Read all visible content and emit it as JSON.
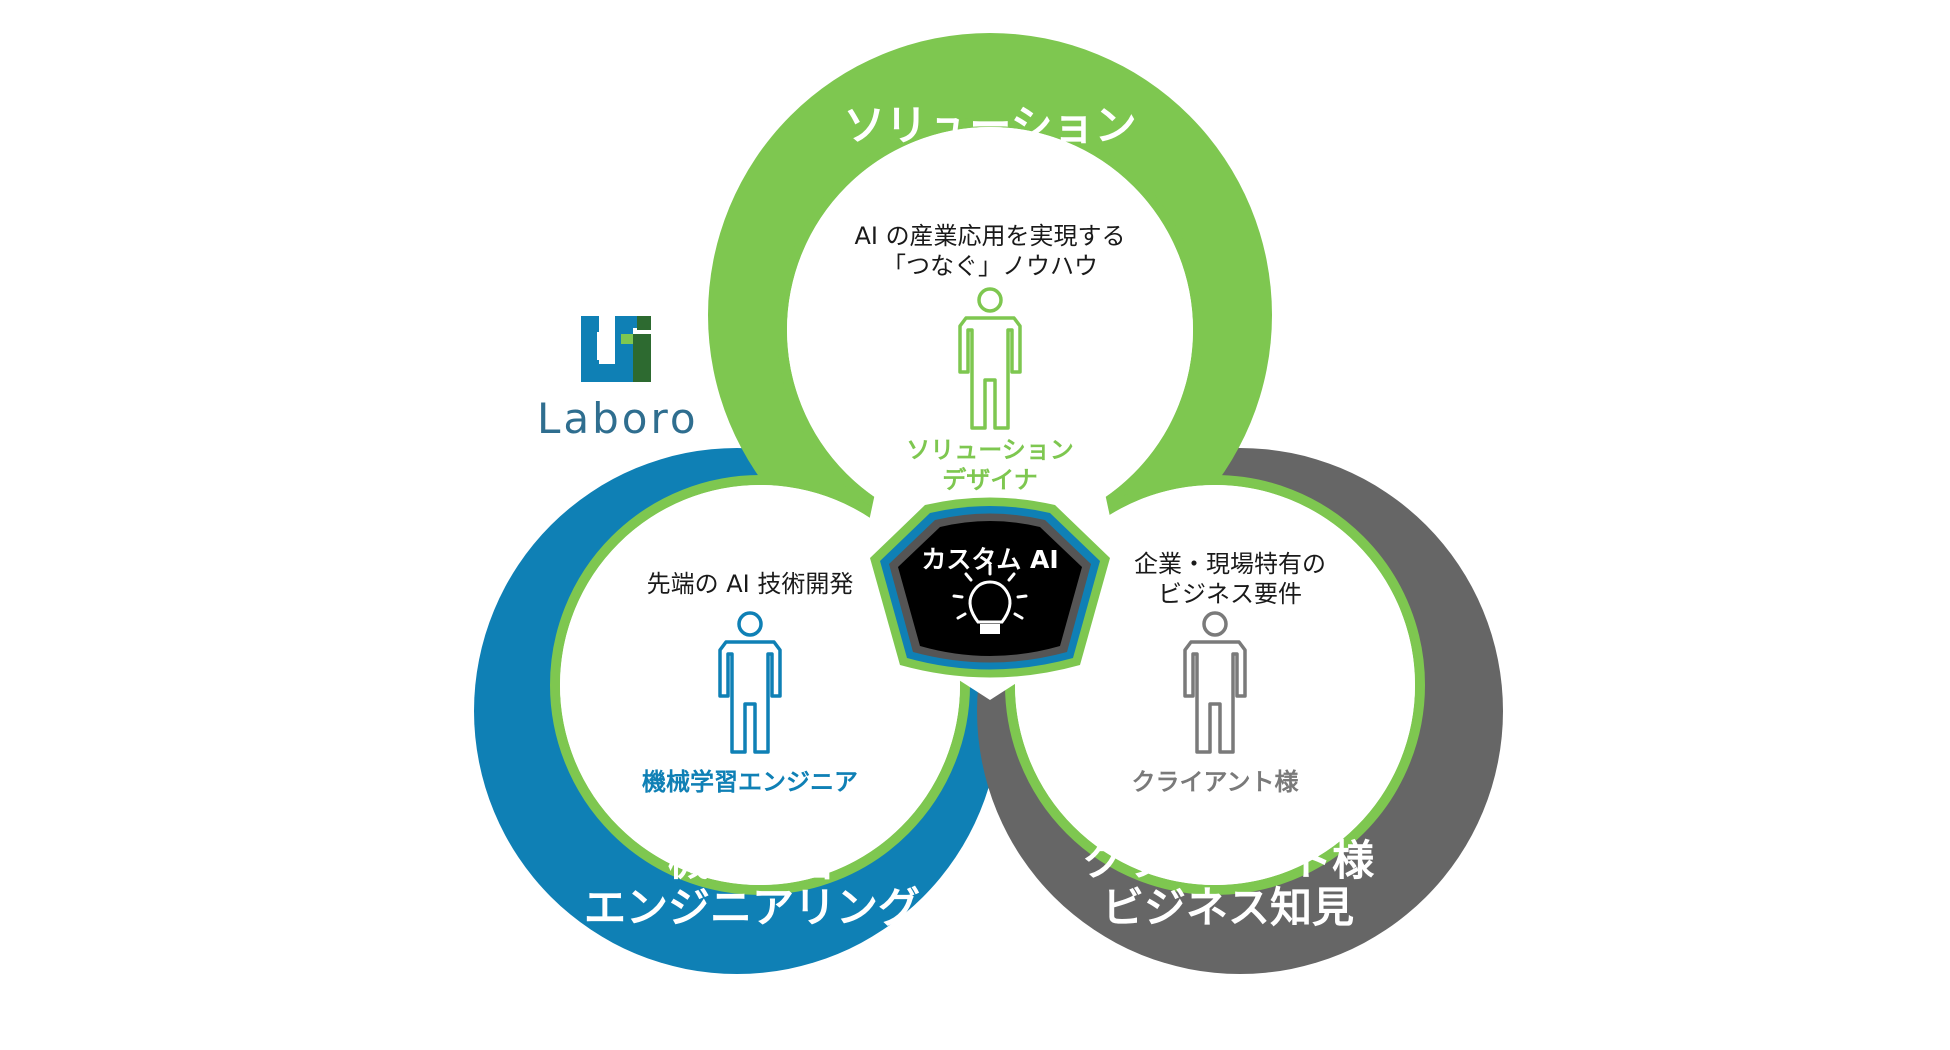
{
  "logo": {
    "text": "Laboro"
  },
  "rings": {
    "solution": {
      "title_lines": [
        "ソリューション",
        "デザイン"
      ],
      "inner_lines": [
        "AI の産業応用を実現する",
        "「つなぐ」ノウハウ"
      ],
      "role_lines": [
        "ソリューション",
        "デザイナ"
      ],
      "color": "#7ec750"
    },
    "ml": {
      "title_lines": [
        "機械学習",
        "エンジニアリング"
      ],
      "inner_lines": [
        "先端の AI 技術開発"
      ],
      "role_lines": [
        "機械学習エンジニア"
      ],
      "color": "#0f80b5"
    },
    "client": {
      "title_lines": [
        "クライアント様",
        "ビジネス知見"
      ],
      "inner_lines": [
        "企業・現場特有の",
        "ビジネス要件"
      ],
      "role_lines": [
        "クライアント様"
      ],
      "color": "#666666"
    }
  },
  "core": {
    "label": "カスタム AI",
    "icon": "lightbulb-icon"
  },
  "colors": {
    "green": "#7ec750",
    "blue": "#0f80b5",
    "gray": "#666666",
    "inner_role_gray": "#7a7a7a",
    "logo_dark_green": "#2d6a30",
    "core_fill": "#000000"
  }
}
